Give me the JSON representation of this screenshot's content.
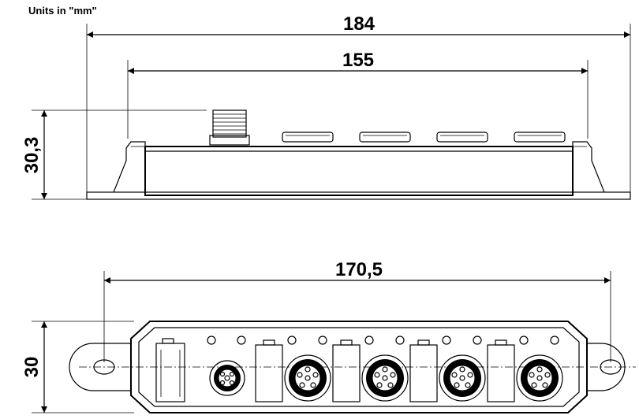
{
  "header": {
    "units_label": "Units in \"mm\""
  },
  "dimensions": {
    "overall_length": "184",
    "body_length": "155",
    "height": "30,3",
    "bottom_length": "170,5",
    "width": "30"
  }
}
